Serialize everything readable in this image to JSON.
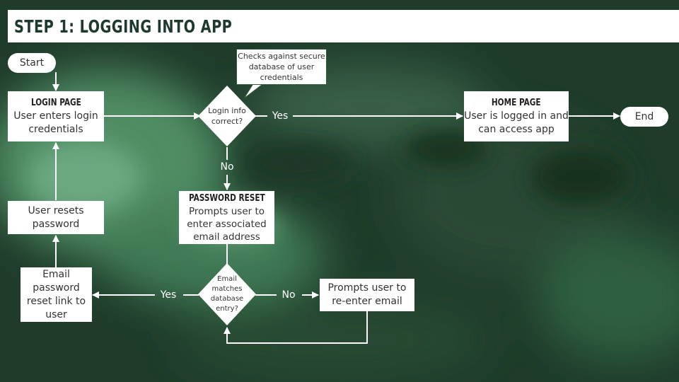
{
  "title": "STEP 1: LOGGING INTO APP",
  "nodes": {
    "start": "Start",
    "end": "End",
    "login_page": {
      "head": "LOGIN PAGE",
      "text": "User enters login credentials"
    },
    "login_decision": "Login info correct?",
    "home_page": {
      "head": "HOME PAGE",
      "text": "User is logged in and can access app"
    },
    "password_reset": {
      "head": "PASSWORD RESET",
      "text": "Prompts user to enter associated email address"
    },
    "email_decision": "Email matches database entry?",
    "reenter_email": "Prompts user to re-enter email",
    "email_link": "Email password reset link to user",
    "user_resets": "User resets password"
  },
  "callout": "Checks against secure database of user credentials",
  "edge_labels": {
    "login_yes": "Yes",
    "login_no": "No",
    "email_yes": "Yes",
    "email_no": "No"
  },
  "colors": {
    "background": "#1f3f2b",
    "accent": "#3f7a55",
    "box": "#ffffff",
    "text": "#333333"
  }
}
